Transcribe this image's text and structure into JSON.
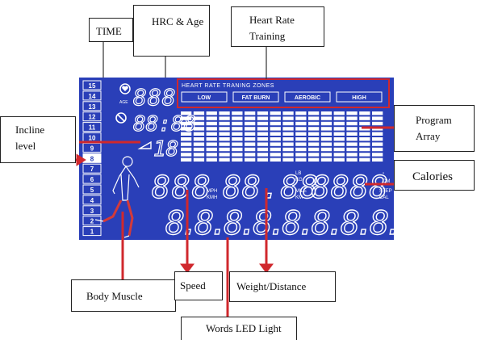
{
  "panel": {
    "zones_header": "HEART RATE TRANING ZONES",
    "zones": [
      "LOW",
      "FAT BURN",
      "AEROBIC",
      "HIGH"
    ],
    "age_label": "AGE",
    "age_digits": "888",
    "time_digits": "88:88",
    "incline_digits": "18",
    "speed_digits": "888",
    "distance_digits": "88.88",
    "calories_digits": "8888",
    "words_digits": "8.8.8.8.8.8.8.8.",
    "speed_units": [
      "MPH",
      "KMH"
    ],
    "weight_units": [
      "LB",
      "KG"
    ],
    "distance_units": [
      "MILE",
      "KM"
    ],
    "calorie_units_top": [
      "\"",
      "CM"
    ],
    "calorie_units_bottom": [
      "STEP",
      "CAL"
    ],
    "level_numbers": [
      "15",
      "14",
      "13",
      "12",
      "11",
      "10",
      "9",
      "8",
      "7",
      "6",
      "5",
      "4",
      "3",
      "2",
      "1"
    ],
    "highlighted_level": "8",
    "program_columns": 16,
    "program_rows": 10
  },
  "callouts": {
    "time": "TIME",
    "hrc_age": "HRC & Age",
    "hr_training_1": "Heart Rate",
    "hr_training_2": "Training",
    "incline_1": "Incline",
    "incline_2": "level",
    "program_1": "Program",
    "program_2": "Array",
    "calories": "Calories",
    "body_muscle": "Body Muscle",
    "speed": "Speed",
    "weight_distance": "Weight/Distance",
    "words_led": "Words LED Light"
  },
  "colors": {
    "panel_blue": "#2a3fb8",
    "segment_white": "#ffffff",
    "arrow_red": "#d0282d",
    "muscle_red": "#d33a3a"
  }
}
